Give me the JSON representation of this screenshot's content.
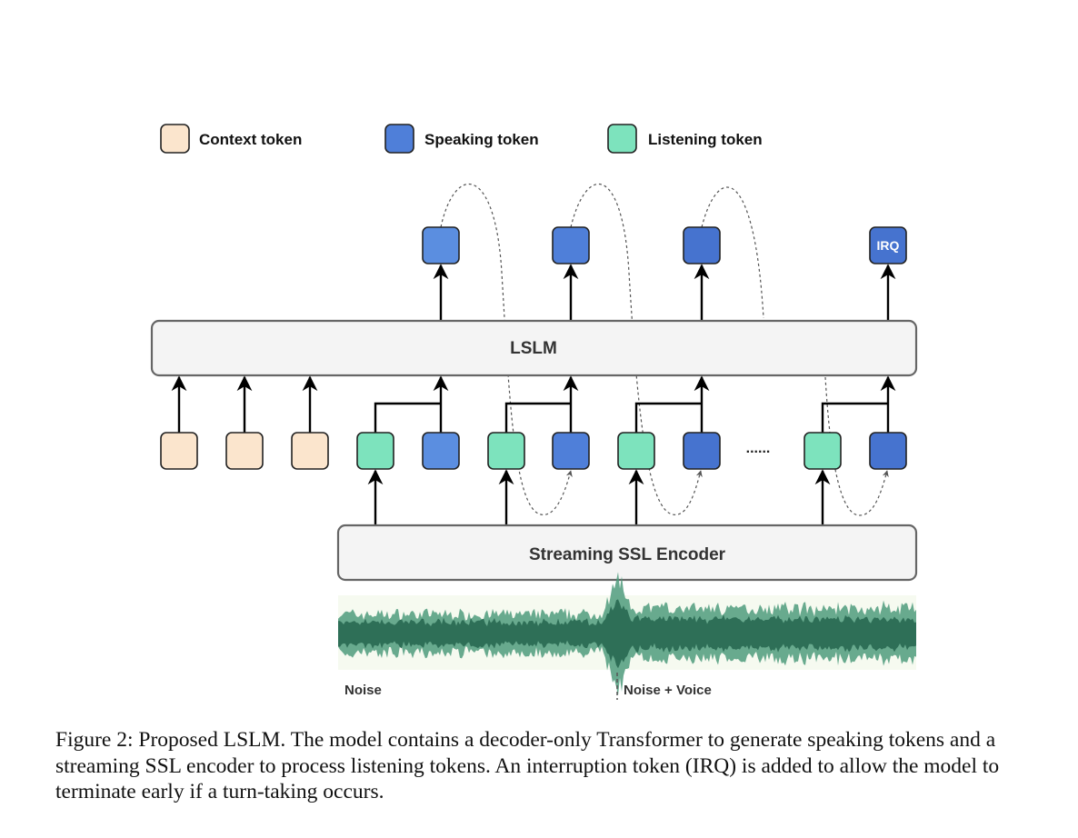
{
  "legend": {
    "context_label": "Context token",
    "speaking_label": "Speaking token",
    "listening_label": "Listening token"
  },
  "lslm_label": "LSLM",
  "encoder_label": "Streaming SSL Encoder",
  "irq_label": "IRQ",
  "ellipsis": "......",
  "waveform": {
    "noise_label": "Noise",
    "noise_voice_label": "Noise + Voice"
  },
  "caption": "Figure 2: Proposed LSLM. The model contains a decoder-only Transformer to generate speaking tokens and a streaming SSL encoder to process listening tokens. An interruption token (IRQ) is added to allow the model to terminate early if a turn-taking occurs.",
  "colors": {
    "context": "#fbe5cd",
    "speaking": "#4f7fd9",
    "speaking_light": "#5b8ee0",
    "listening": "#7de3bd",
    "module_fill": "#f4f4f4",
    "module_stroke": "#666666",
    "wave_dark": "#2e6f57",
    "wave_mid": "#4f9b7c",
    "wave_bg": "#f6faf0"
  }
}
